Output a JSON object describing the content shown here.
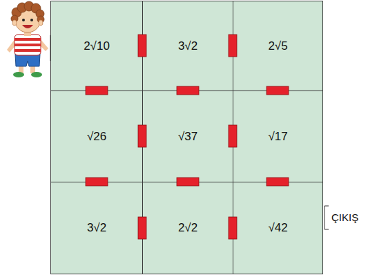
{
  "diagram": {
    "nodes": [
      {
        "text": [
          "2√10"
        ]
      },
      {
        "text": [
          "3√2"
        ]
      },
      {
        "text": [
          "2√5"
        ]
      },
      {
        "text": [
          "√26"
        ]
      },
      {
        "text": [
          "√37"
        ]
      },
      {
        "text": [
          "√17"
        ]
      },
      {
        "text": [
          "3√2"
        ]
      },
      {
        "text": [
          "2√2"
        ]
      },
      {
        "text": [
          "√42"
        ]
      }
    ],
    "labels": [
      "ÇIKIŞ"
    ]
  }
}
